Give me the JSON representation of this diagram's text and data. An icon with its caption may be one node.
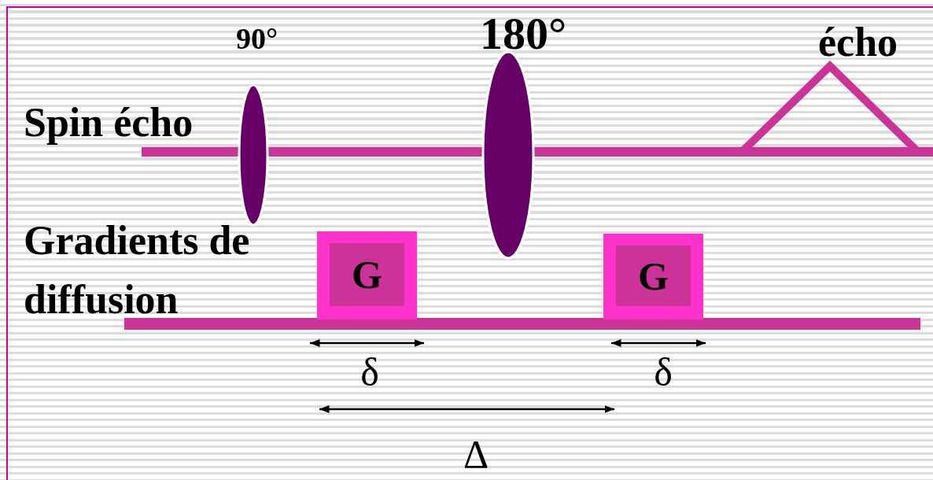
{
  "diagram": {
    "nodes": [
      {
        "text": [
          "G"
        ]
      },
      {
        "text": [
          "G"
        ]
      }
    ],
    "labels": [
      "90°",
      "180°",
      "écho",
      "Spin écho",
      "Gradients de diffusion",
      "δ",
      "δ",
      "Δ"
    ]
  }
}
